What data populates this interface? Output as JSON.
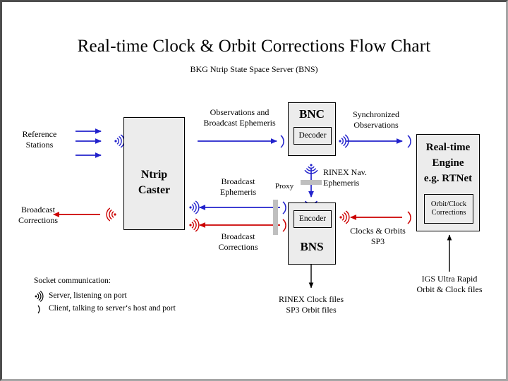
{
  "page": {
    "title": "Real-time Clock & Orbit Corrections Flow Chart",
    "subtitle": "BKG Ntrip State Space Server  (BNS)"
  },
  "colors": {
    "blue": "#2222cc",
    "red": "#cc0000",
    "black": "#000000",
    "box_fill": "#ececec",
    "proxy_gray": "#bfbfbf",
    "frame": "#4d4d4d"
  },
  "boxes": {
    "ntrip_caster": {
      "label": "Ntrip\nCaster",
      "line1": "Ntrip",
      "line2": "Caster"
    },
    "bnc": {
      "label": "BNC",
      "inner": "Decoder"
    },
    "bns": {
      "label": "BNS",
      "inner": "Encoder"
    },
    "rt_engine": {
      "line1": "Real-time",
      "line2": "Engine",
      "line3": "e.g. RTNet",
      "inner_line1": "Orbit/Clock",
      "inner_line2": "Corrections"
    }
  },
  "labels": {
    "reference_stations": {
      "line1": "Reference",
      "line2": "Stations"
    },
    "broadcast_corrections_left": {
      "line1": "Broadcast",
      "line2": "Corrections"
    },
    "observations_broadcast_ephemeris": {
      "line1": "Observations and",
      "line2": "Broadcast Ephemeris"
    },
    "synchronized_observations": {
      "line1": "Synchronized",
      "line2": "Observations"
    },
    "broadcast_ephemeris": {
      "line1": "Broadcast",
      "line2": "Ephemeris"
    },
    "broadcast_corrections_mid": {
      "line1": "Broadcast",
      "line2": "Corrections"
    },
    "proxy_horizontal": "Proxy",
    "rinex_nav_ephemeris": {
      "line1": "RINEX Nav.",
      "line2": "Ephemeris"
    },
    "clocks_orbits_sp3": {
      "line1": "Clocks & Orbits",
      "line2": "SP3"
    },
    "rinex_clock_sp3_files": {
      "line1": "RINEX Clock files",
      "line2": "SP3 Orbit files"
    },
    "igs_ultra_rapid": {
      "line1": "IGS Ultra Rapid",
      "line2": "Orbit & Clock files"
    }
  },
  "legend": {
    "title": "Socket communication:",
    "server": "Server,  listening on port",
    "client": "Client, talking to server‘s host and port"
  },
  "icons": {
    "server": "socket-server-waves-icon",
    "client": "socket-client-paren-icon"
  }
}
